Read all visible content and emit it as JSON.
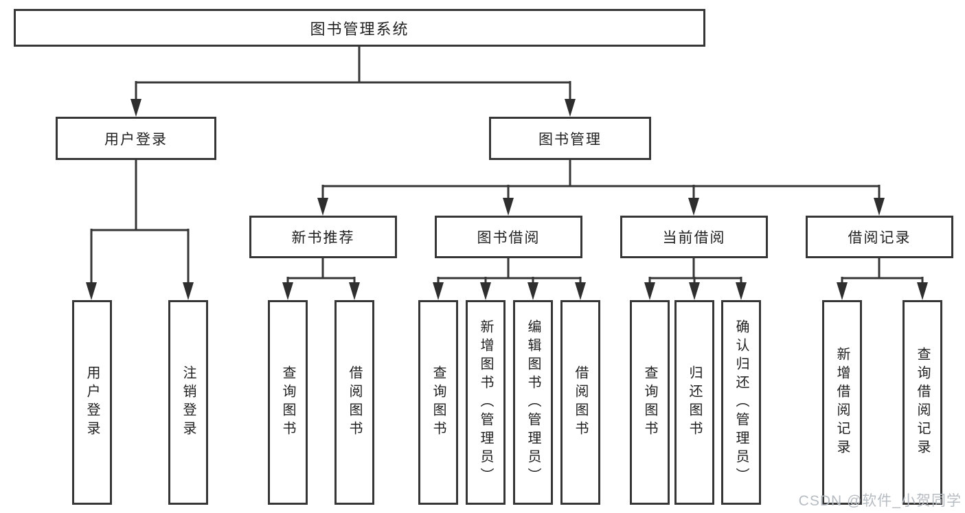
{
  "diagram": {
    "title": "图书管理系统",
    "colors": {
      "line": "#363636",
      "box_border": "#363636",
      "text": "#1f1f1f",
      "background": "#ffffff",
      "watermark": "#b6bcc2"
    },
    "root": {
      "label": "图书管理系统"
    },
    "level2": [
      {
        "label": "用户登录"
      },
      {
        "label": "图书管理"
      }
    ],
    "level3": [
      {
        "parent": "图书管理",
        "label": "新书推荐"
      },
      {
        "parent": "图书管理",
        "label": "图书借阅"
      },
      {
        "parent": "图书管理",
        "label": "当前借阅"
      },
      {
        "parent": "图书管理",
        "label": "借阅记录"
      }
    ],
    "leaves": [
      {
        "parent": "用户登录",
        "label": "用户登录"
      },
      {
        "parent": "用户登录",
        "label": "注销登录"
      },
      {
        "parent": "新书推荐",
        "label": "查询图书"
      },
      {
        "parent": "新书推荐",
        "label": "借阅图书"
      },
      {
        "parent": "图书借阅",
        "label": "查询图书"
      },
      {
        "parent": "图书借阅",
        "label": "新增图书（管理员）"
      },
      {
        "parent": "图书借阅",
        "label": "编辑图书（管理员）"
      },
      {
        "parent": "图书借阅",
        "label": "借阅图书"
      },
      {
        "parent": "当前借阅",
        "label": "查询图书"
      },
      {
        "parent": "当前借阅",
        "label": "归还图书"
      },
      {
        "parent": "当前借阅",
        "label": "确认归还（管理员）"
      },
      {
        "parent": "借阅记录",
        "label": "新增借阅记录"
      },
      {
        "parent": "借阅记录",
        "label": "查询借阅记录"
      }
    ],
    "watermark": {
      "text": "CSDN @软件_小贺同学"
    }
  }
}
